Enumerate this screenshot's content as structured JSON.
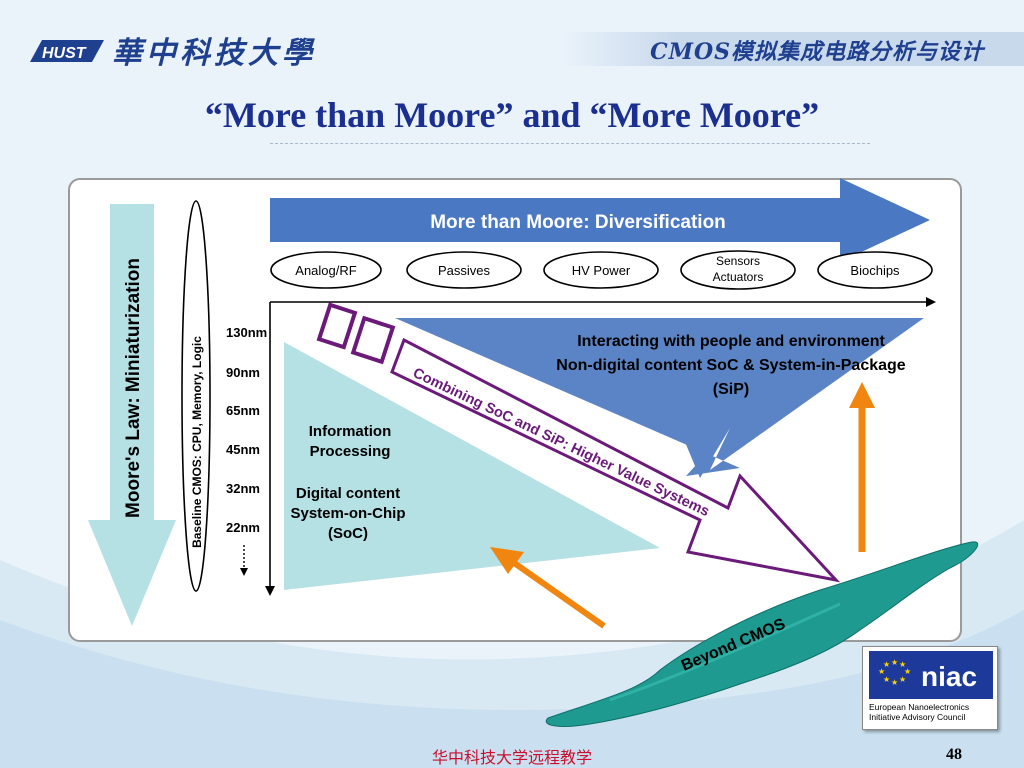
{
  "header": {
    "university_name": "華中科技大學",
    "course_title": "CMOS模拟集成电路分析与设计"
  },
  "slide": {
    "title": "“More than Moore” and “More Moore”"
  },
  "diagram": {
    "more_than_moore_label": "More than Moore:  Diversification",
    "ovals": [
      "Analog/RF",
      "Passives",
      "HV Power",
      "Sensors",
      "Actuators",
      "Biochips"
    ],
    "moores_law_label": "Moore's Law:  Miniaturization",
    "baseline_label": "Baseline CMOS:  CPU, Memory, Logic",
    "nodes": [
      "130nm",
      "90nm",
      "65nm",
      "45nm",
      "32nm",
      "22nm"
    ],
    "info_processing": [
      "Information",
      "Processing"
    ],
    "digital_content": [
      "Digital content",
      "System-on-Chip",
      "(SoC)"
    ],
    "interacting": [
      "Interacting with people and environment",
      "Non-digital content SoC & System-in-Package",
      "(SiP)"
    ],
    "combining_label": "Combining SoC and SiP:  Higher Value Systems",
    "beyond_cmos_label": "Beyond CMOS"
  },
  "badge": {
    "word": "niac",
    "line1": "European Nanoelectronics",
    "line2": "Initiative Advisory Council"
  },
  "footer": {
    "text": "华中科技大学远程教学",
    "page_number": "48"
  },
  "colors": {
    "title_blue": "#1a2f8f",
    "diversification_blue": "#4a78c2",
    "interacting_blue": "#5b84c6",
    "teal_light": "#b5e0e4",
    "purple": "#6b1a7a",
    "orange": "#f0860f",
    "beyond_teal": "#1e9a90"
  }
}
